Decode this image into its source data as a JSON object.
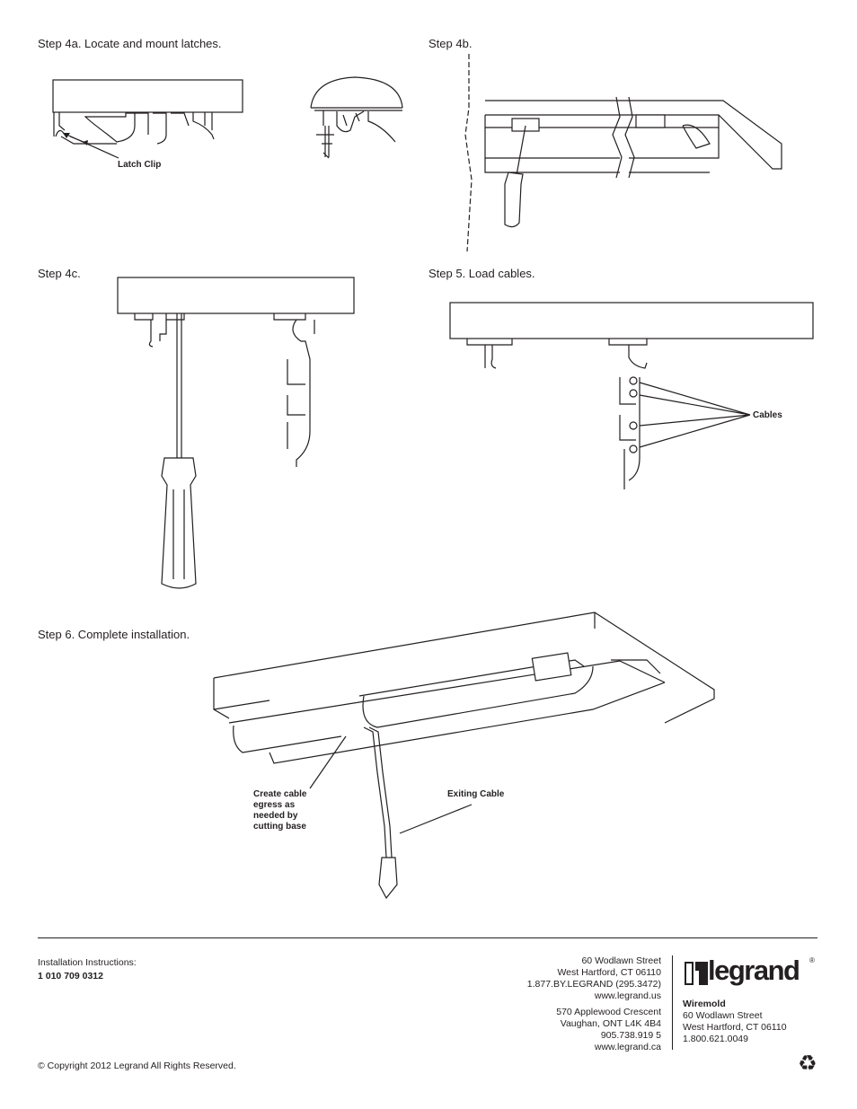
{
  "steps": {
    "s4a": "Step 4a. Locate and mount latches.",
    "s4b": "Step 4b.",
    "s4c": "Step 4c.",
    "s5": "Step 5.   Load cables.",
    "s6": "Step 6.   Complete installation."
  },
  "labels": {
    "latch_clip": "Latch Clip",
    "cables": "Cables",
    "create_cable": [
      "Create cable",
      "egress as",
      "needed by",
      "cutting base"
    ],
    "exiting_cable": "Exiting Cable"
  },
  "footer": {
    "instructions_label": "Installation Instructions:",
    "doc_number": "1 010 709  0312",
    "copyright": "© Copyright 2012  Legrand  All Rights Reserved.",
    "us_address": [
      "60 Wodlawn Street",
      "West Hartford, CT 06110",
      "1.877.BY.LEGRAND (295.3472)",
      "www.legrand.us"
    ],
    "ca_address": [
      "570 Applewood Crescent",
      "Vaughan, ONT L4K 4B4",
      "905.738.919 5",
      "www.legrand.ca"
    ],
    "brand": "legrand",
    "wiremold_title": "Wiremold",
    "wiremold_address": [
      "60 Wodlawn Street",
      "West Hartford, CT 06110",
      "1.800.621.0049"
    ]
  },
  "icons": {
    "logo": "legrand-logo",
    "recycle": "recycle-icon"
  }
}
